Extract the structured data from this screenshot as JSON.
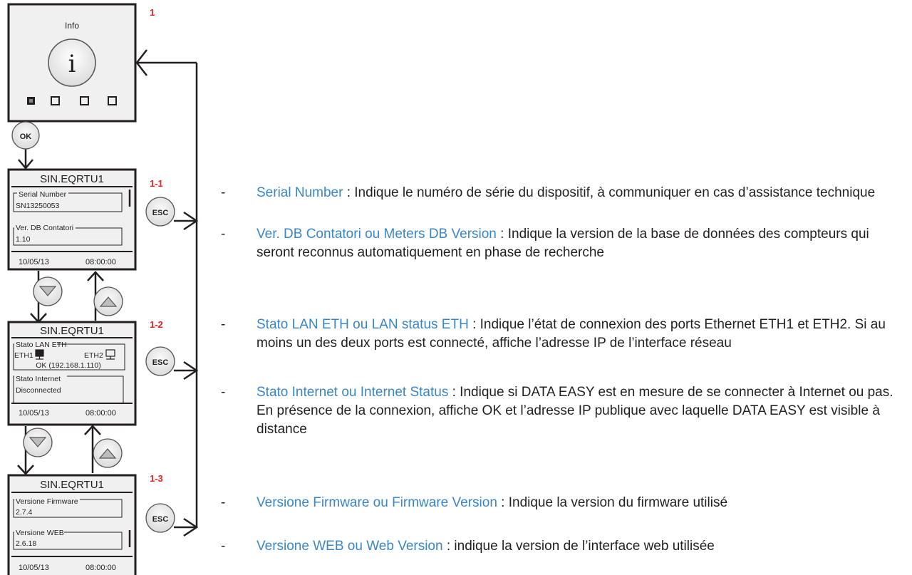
{
  "screens": {
    "info": {
      "step": "1",
      "title": "Info",
      "icon_letter": "i"
    },
    "s1": {
      "step": "1-1",
      "header": "SIN.EQRTU1",
      "f1_label": "Serial Number",
      "f1_value": "SN13250053",
      "f2_label": "Ver. DB Contatori",
      "f2_value": "1.10",
      "date": "10/05/13",
      "time": "08:00:00"
    },
    "s2": {
      "step": "1-2",
      "header": "SIN.EQRTU1",
      "f1_label": "Stato LAN ETH",
      "eth1": "ETH1",
      "eth2": "ETH2",
      "ip_line": "OK (192.168.1.110)",
      "f2_label": "Stato Internet",
      "f2_value": "Disconnected",
      "date": "10/05/13",
      "time": "08:00:00"
    },
    "s3": {
      "step": "1-3",
      "header": "SIN.EQRTU1",
      "f1_label": "Versione Firmware",
      "f1_value": "2.7.4",
      "f2_label": "Versione WEB",
      "f2_value": "2.6.18",
      "date": "10/05/13",
      "time": "08:00:00"
    }
  },
  "buttons": {
    "ok": "OK",
    "esc": "ESC"
  },
  "descriptions": [
    {
      "term": "Serial Number",
      "text": " : Indique le numéro de série du dispositif, à communiquer en cas d’assistance technique"
    },
    {
      "term": "Ver. DB Contatori ou Meters DB Version",
      "text": " : Indique la version de la base de données des compteurs qui seront reconnus automatiquement en phase de recherche"
    },
    {
      "term": "Stato LAN ETH ou LAN status ETH",
      "text": " : Indique l’état de connexion des ports Ethernet ETH1 et ETH2. Si au moins un des deux ports est connecté, affiche l’adresse IP de l’interface réseau"
    },
    {
      "term": "Stato Internet ou Internet Status",
      "text": " : Indique si DATA EASY est en mesure de se connecter à Internet ou pas. En présence de la connexion, affiche OK et l’adresse IP publique avec laquelle DATA EASY est visible à distance"
    },
    {
      "term": "Versione Firmware ou Firmware Version",
      "text": " : Indique la version du firmware utilisé"
    },
    {
      "term": "Versione WEB ou Web Version",
      "text": " : indique la version de l’interface web utilisée"
    }
  ],
  "dash": "-",
  "colors": {
    "term": "#3a86c8",
    "step_label": "#e8231f",
    "screen_bg": "#f0f0f0",
    "button_bg": "#ececec"
  }
}
